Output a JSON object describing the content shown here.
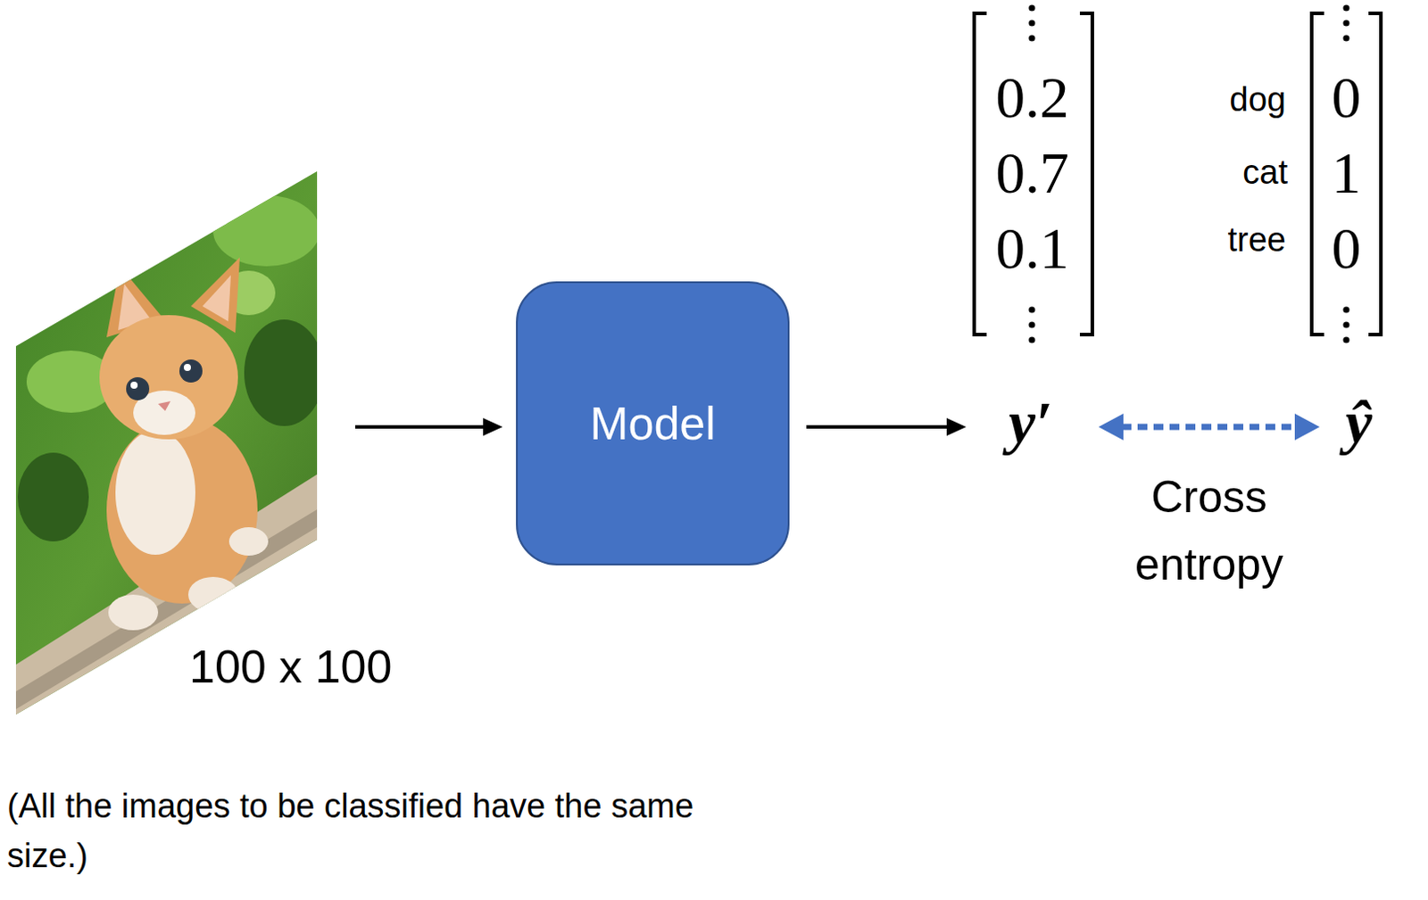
{
  "diagram": {
    "nodes": [
      {
        "text": [
          "100 x 100"
        ]
      },
      {
        "text": [
          "Model"
        ]
      },
      {
        "text": [
          "0.2",
          "0.7",
          "0.1",
          "y′"
        ]
      },
      {
        "text": [
          "0",
          "1",
          "0",
          "ŷ"
        ]
      }
    ],
    "edges": [
      {
        "from": 0,
        "to": 1,
        "arrow": "to"
      },
      {
        "from": 1,
        "to": 2,
        "arrow": "to"
      },
      {
        "from": 2,
        "to": 3,
        "label": "Cross entropy",
        "arrow": "both"
      }
    ],
    "labels": [
      "dog",
      "cat",
      "tree",
      "(All the images to be classified have the same size.)"
    ]
  }
}
